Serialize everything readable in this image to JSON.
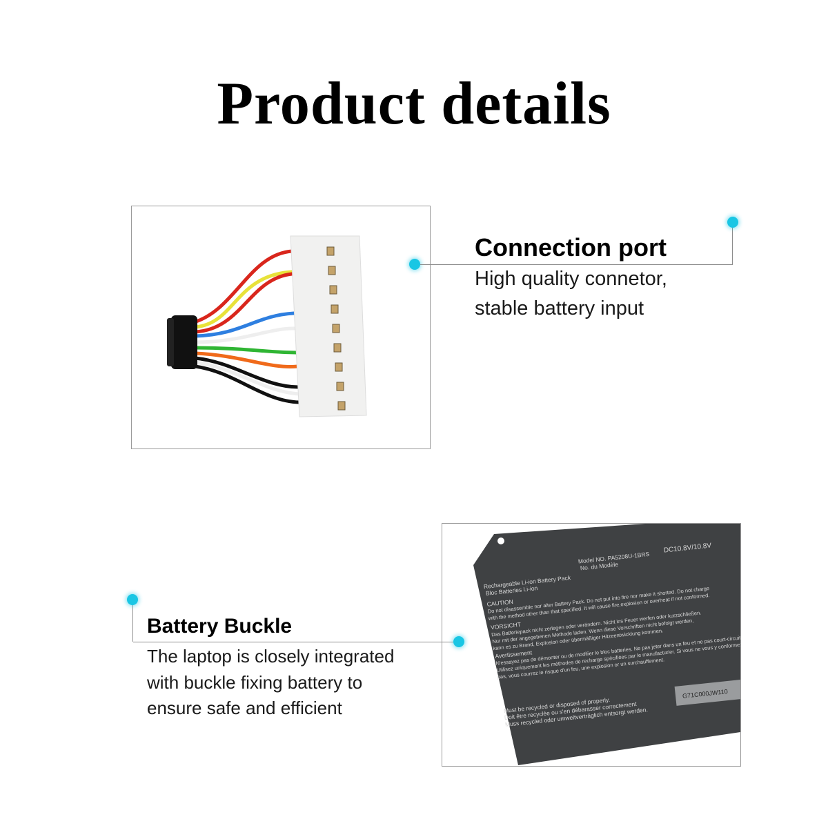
{
  "title": "Product details",
  "accent_color": "#19c6e4",
  "features": [
    {
      "heading": "Connection port",
      "lines": [
        "High quality connetor,",
        "stable battery input"
      ],
      "image": "wire-connector-photo"
    },
    {
      "heading": "Battery Buckle",
      "lines": [
        "The laptop is closely integrated",
        "with buckle fixing battery to",
        "ensure safe and efficient"
      ],
      "image": "battery-pack-photo"
    }
  ],
  "battery_label": {
    "line1": "Rechargeable Li-ion Battery Pack",
    "line2": "Bloc Batteries Li-ion",
    "model": "Model NO. PA5208U-1BRS",
    "model_fr": "No. du Modèle",
    "voltage": "DC10.8V/10.8V",
    "caution": "CAUTION",
    "caution_text": "Do not disassemble nor alter Battery Pack. Do not put into fire nor make it shorted. Do not charge",
    "caution_text2": "with the method other than that specified. It will cause fire,explosion or overheat if not conformed.",
    "vorsicht": "VORSICHT",
    "vorsicht_text": "Das Batteriepack nicht zerlegen oder verändern. Nicht ins Feuer werfen oder kurzschließen.",
    "vorsicht_text2": "Nur mit der angegebenen Methode laden. Wenn diese Vorschriften nicht befolgt werden,",
    "vorsicht_text3": "kann es zu Brand, Explosion oder übermäßiger Hitzeentwicklung kommen.",
    "avert": "Avertissement",
    "avert_text": "N'essayez pas de démonter ou de modifier le bloc batteries. Ne pas jeter dans un feu et ne pas court-circuiter.",
    "avert_text2": "Utilisez uniquement les méthodes de recharge spécifiées par le manufacturier. Si vous ne vous y conformez",
    "avert_text3": "pas, vous courrez le risque d'un feu, une explosion or un surchauffement.",
    "recycle1": "Must be recycled or disposed of properly.",
    "recycle2": "Doit être recyclée ou s'en débarasser correctement",
    "recycle3": "Muss recycled oder umweltverträglich entsorgt werden.",
    "serial": "G71C000JW110"
  }
}
